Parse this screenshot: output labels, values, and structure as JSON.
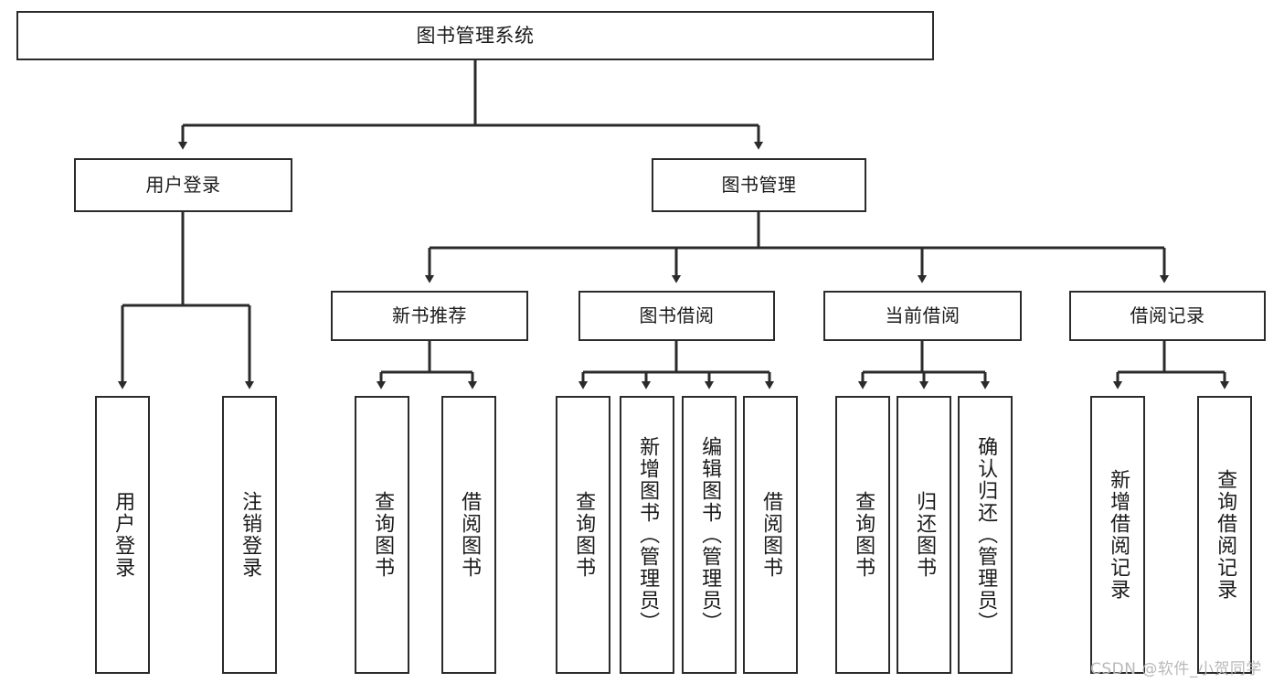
{
  "diagram": {
    "title": "图书管理系统",
    "type": "功能结构图",
    "style": {
      "box_border_color": "#2b2b2b",
      "box_fill_color": "#ffffff",
      "edge_color": "#2b2b2b",
      "text_color": "#1a1a1a",
      "background": "#ffffff",
      "watermark_color": "#b9b9b9"
    },
    "root": {
      "label": "图书管理系统"
    },
    "level1": [
      {
        "label": "用户登录"
      },
      {
        "label": "图书管理"
      }
    ],
    "level2": [
      {
        "label": "新书推荐"
      },
      {
        "label": "图书借阅"
      },
      {
        "label": "当前借阅"
      },
      {
        "label": "借阅记录"
      }
    ],
    "leaves": {
      "user_login": [
        {
          "label": "用户登录"
        },
        {
          "label": "注销登录"
        }
      ],
      "new_book": [
        {
          "label": "查询图书"
        },
        {
          "label": "借阅图书"
        }
      ],
      "borrow_book": [
        {
          "label": "查询图书"
        },
        {
          "label": "新增图书（管理员）"
        },
        {
          "label": "编辑图书（管理员）"
        },
        {
          "label": "借阅图书"
        }
      ],
      "current_borrow": [
        {
          "label": "查询图书"
        },
        {
          "label": "归还图书"
        },
        {
          "label": "确认归还（管理员）"
        }
      ],
      "borrow_record": [
        {
          "label": "新增借阅记录"
        },
        {
          "label": "查询借阅记录"
        }
      ]
    },
    "watermark": "CSDN @软件_小贺同学"
  }
}
